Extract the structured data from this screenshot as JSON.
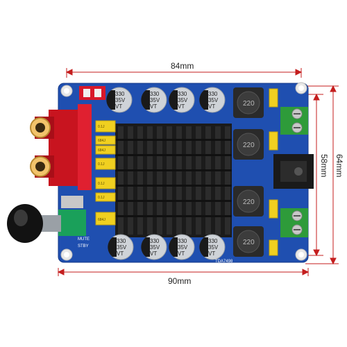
{
  "dimensions": {
    "top_width": "84mm",
    "bottom_width": "90mm",
    "inner_height": "58mm",
    "outer_height": "64mm"
  },
  "board": {
    "color": "#1f4fb0",
    "capacitor_label_top": [
      "330",
      "35V",
      "VT"
    ],
    "inductor_label": "220",
    "mute_label": "MUTE",
    "stby_label": "STBY",
    "model_label": "TDA7498",
    "film_cap_labels": [
      "0.1J",
      "684J",
      "684J",
      "0.1J",
      "0.1J",
      "0.1J",
      "684J"
    ]
  },
  "colors": {
    "heatsink": "#1b1b1b",
    "rca_red": "#d8182a",
    "terminal_green": "#2e9b3a",
    "film_cap_yellow": "#f0d020",
    "dim_line": "#c41e1e",
    "knob": "#121212",
    "pot_green": "#1aa05a"
  }
}
